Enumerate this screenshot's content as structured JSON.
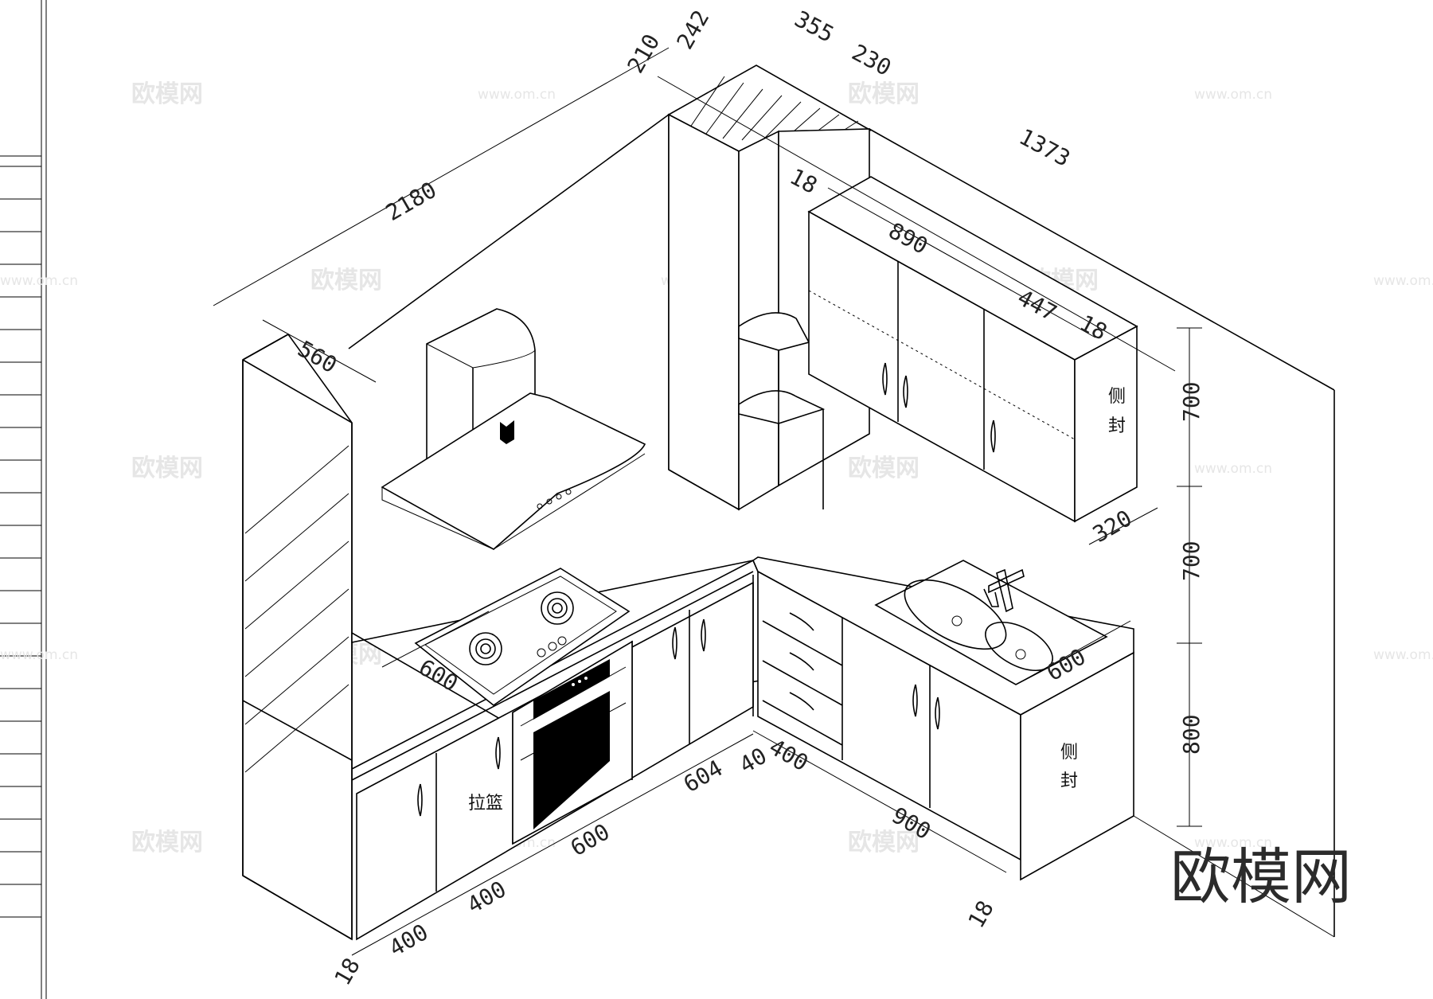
{
  "dimensions": {
    "d2180": "2180",
    "d210": "210",
    "d242": "242",
    "d355": "355",
    "d230": "230",
    "d1373": "1373",
    "d18_top": "18",
    "d890": "890",
    "d447": "447",
    "d18_right": "18",
    "d560": "560",
    "d600_left": "600",
    "d600_right": "600",
    "d320": "320",
    "d700_a": "700",
    "d700_b": "700",
    "d800": "800",
    "d18_bottom_left": "18",
    "d400_a": "400",
    "d400_b": "400",
    "d600_bottom": "600",
    "d604": "604",
    "d40": "40",
    "d400_c": "400",
    "d900": "900",
    "d18_bottom_right": "18"
  },
  "labels": {
    "basket": "拉篮",
    "side_panel_upper_1": "侧",
    "side_panel_upper_2": "封",
    "side_panel_lower_1": "侧",
    "side_panel_lower_2": "封"
  },
  "watermark": {
    "brand": "欧模网",
    "url": "www.om.cn"
  },
  "logo": "欧模网"
}
